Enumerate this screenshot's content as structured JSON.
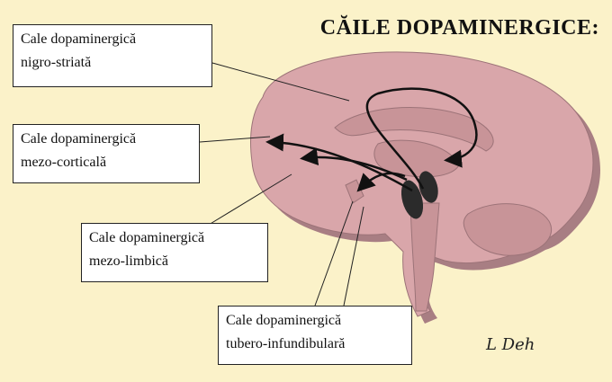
{
  "title": "CĂILE DOPAMINERGICE:",
  "labels": [
    {
      "line1": "Cale dopaminergică",
      "line2": "nigro-striată"
    },
    {
      "line1": "Cale dopaminergică",
      "line2": "mezo-corticală"
    },
    {
      "line1": "Cale dopaminergică",
      "line2": "mezo-limbică"
    },
    {
      "line1": "Cale dopaminergică",
      "line2": "tubero-infundibulară"
    }
  ],
  "signature": "L Deh",
  "colors": {
    "background": "#fbf2c9",
    "brain": "#d9a6aa",
    "brain_shadow": "#a87e83",
    "nucleus": "#2b2b2b"
  }
}
